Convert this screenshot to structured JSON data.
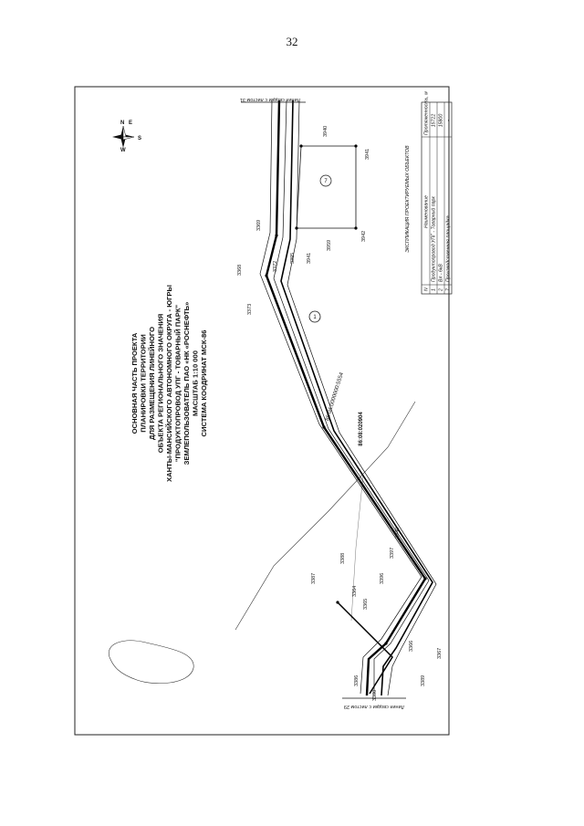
{
  "page_number": "32",
  "title_lines": [
    "ОСНОВНАЯ ЧАСТЬ ПРОЕКТА",
    "ПЛАНИРОВКИ ТЕРРИТОРИИ",
    "ДЛЯ РАЗМЕЩЕНИЯ ЛИНЕЙНОГО",
    "ОБЪЕКТА РЕГИОНАЛЬНОГО ЗНАЧЕНИЯ",
    "ХАНТЫ-МАНСИЙСКОГО АВТОНОМНОГО ОКРУГА - ЮГРЫ",
    "\"ПРОДУКТОПРОВОД УПГ - ТОВАРНЫЙ ПАРК\"",
    "ЗЕМЛЕПОЛЬЗОВАТЕЛЬ ПАО «НК «РОСНЕФТЬ»",
    "МАСШТАБ 1:10 000",
    "СИСТЕМА КООДРИНАТ МСК-86"
  ],
  "compass": {
    "n": "N",
    "s": "S",
    "e": "E",
    "w": "W"
  },
  "match_lines": {
    "left": "Линия сводки с листом 29",
    "right": "Линия сводки с листом 31"
  },
  "cadastral": {
    "quarter": "86:08:020904",
    "parcel": "86:04:0000000:5554"
  },
  "point_labels": [
    {
      "id": "3366",
      "text": "3366"
    },
    {
      "id": "3367",
      "text": "3367"
    },
    {
      "id": "3368",
      "text": "3368"
    },
    {
      "id": "3369",
      "text": "3369"
    },
    {
      "id": "3372",
      "text": "3372"
    },
    {
      "id": "3373",
      "text": "3373"
    },
    {
      "id": "3364",
      "text": "3364"
    },
    {
      "id": "3365",
      "text": "3365"
    },
    {
      "id": "3386",
      "text": "3386"
    },
    {
      "id": "3387",
      "text": "3387"
    },
    {
      "id": "3388",
      "text": "3388"
    },
    {
      "id": "3389",
      "text": "3389"
    },
    {
      "id": "3390",
      "text": "3390"
    },
    {
      "id": "3393",
      "text": "3393"
    },
    {
      "id": "3394",
      "text": "3394"
    },
    {
      "id": "3395",
      "text": "3395"
    },
    {
      "id": "3396",
      "text": "3396"
    },
    {
      "id": "3397",
      "text": "3397"
    },
    {
      "id": "3940",
      "text": "3940"
    },
    {
      "id": "3941",
      "text": "3941"
    },
    {
      "id": "3942",
      "text": "3942"
    },
    {
      "id": "3959",
      "text": "3959"
    }
  ],
  "object_markers": {
    "pipeline": "1",
    "site": "7"
  },
  "explication": {
    "title": "ЭКСПЛИКАЦИЯ ПРОЕКТИРУЕМЫХ ОБЪЕКТОВ",
    "headers": [
      "N",
      "Наименование",
      "Протяженность, м"
    ],
    "rows": [
      {
        "n": "1",
        "name": "Продуктопровод УПГ - Товарный парк",
        "value": "15722"
      },
      {
        "n": "2",
        "name": "Вл - 6кВ",
        "value": "15800"
      },
      {
        "n": "7",
        "name": "Производственная площадка",
        "value": "-"
      }
    ]
  },
  "colors": {
    "line": "#111111",
    "frame": "#222222"
  }
}
